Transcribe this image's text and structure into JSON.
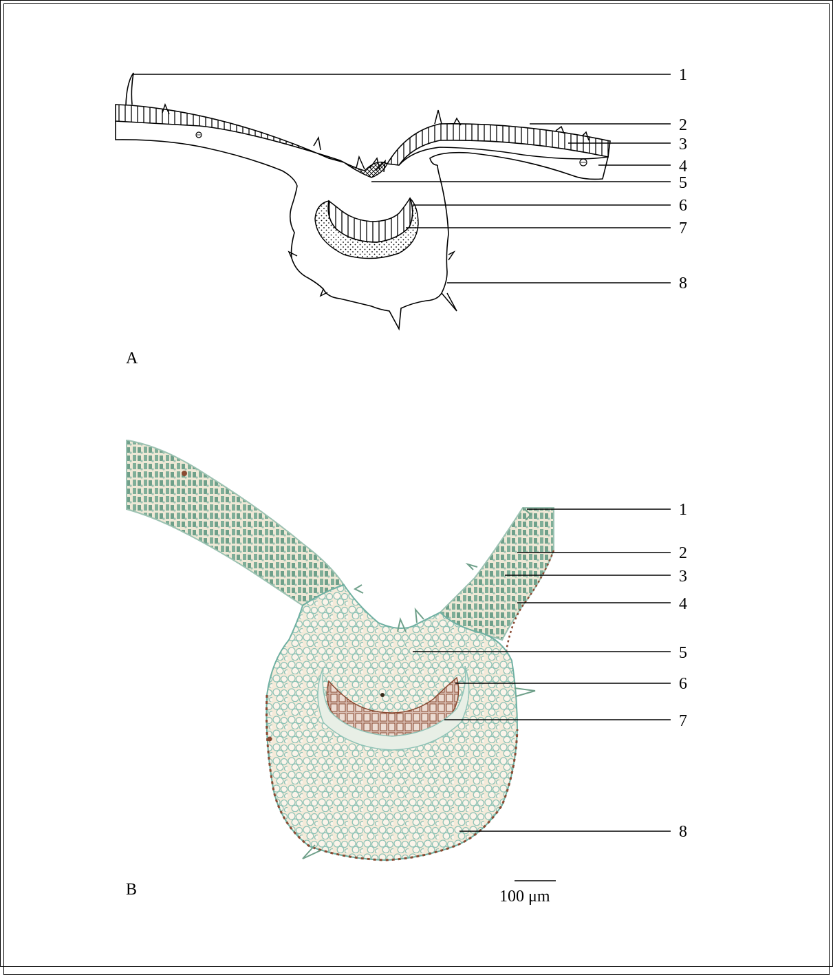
{
  "panels": [
    {
      "id": "A",
      "label": "A",
      "callouts": [
        "1",
        "2",
        "3",
        "4",
        "5",
        "6",
        "7",
        "8"
      ]
    },
    {
      "id": "B",
      "label": "B",
      "callouts": [
        "1",
        "2",
        "3",
        "4",
        "5",
        "6",
        "7",
        "8"
      ]
    }
  ],
  "scale_bar": {
    "label": "100 μm"
  },
  "colors": {
    "line": "#000000",
    "tissue_green": "#5f9a86",
    "tissue_light": "#f4ead9",
    "cell_wall": "#8fc3b6",
    "stain_brown": "#8a4a32",
    "xylem_pink": "#c9a59a"
  }
}
